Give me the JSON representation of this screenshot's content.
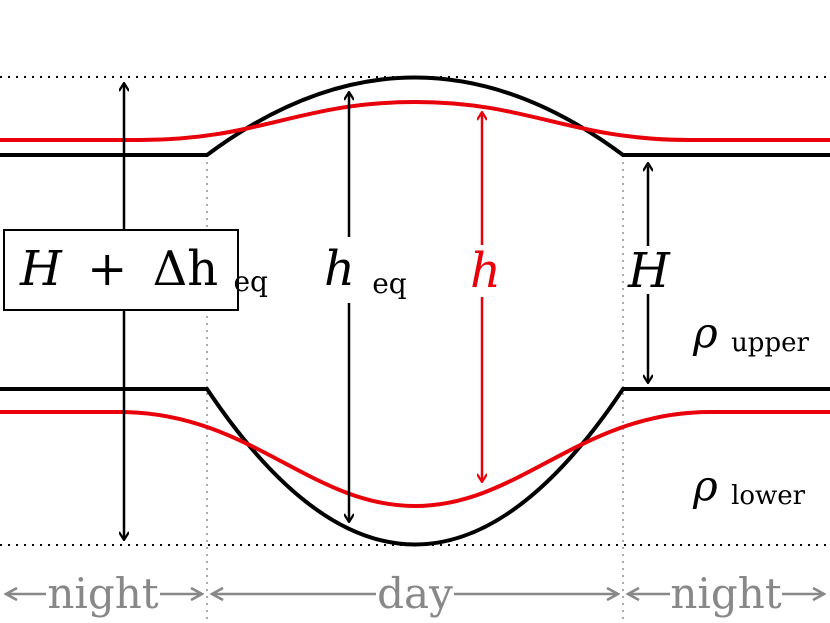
{
  "colors": {
    "interface": "#000000",
    "perturbed": "#e8000b",
    "regions": "#888888",
    "guides": "#000000",
    "background": "#ffffff"
  },
  "labels": {
    "box_H": "H",
    "box_plus": "+",
    "box_delta": "Δh",
    "box_eq": "eq",
    "heq_main": "h",
    "heq_sub": "eq",
    "h": "h",
    "H": "H",
    "rho_upper_main": "ρ",
    "rho_upper_sub": "upper",
    "rho_lower_main": "ρ",
    "rho_lower_sub": "lower"
  },
  "regions": {
    "left": "night",
    "center": "day",
    "right": "night"
  }
}
